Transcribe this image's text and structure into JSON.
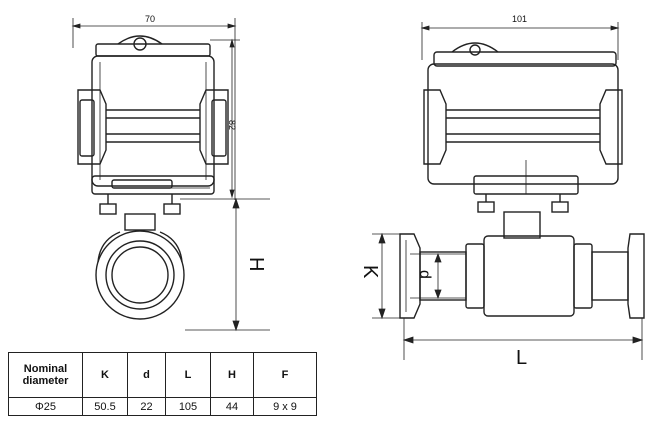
{
  "dimensions": {
    "width_front": "70",
    "height_front": "82",
    "width_side": "101",
    "h_label": "H",
    "k_label": "K",
    "d_label": "d",
    "l_label": "L"
  },
  "spec_table": {
    "headers": [
      "Nominal diameter",
      "K",
      "d",
      "L",
      "H",
      "F"
    ],
    "rows": [
      [
        "Φ25",
        "50.5",
        "22",
        "105",
        "44",
        "9 x 9"
      ]
    ]
  }
}
